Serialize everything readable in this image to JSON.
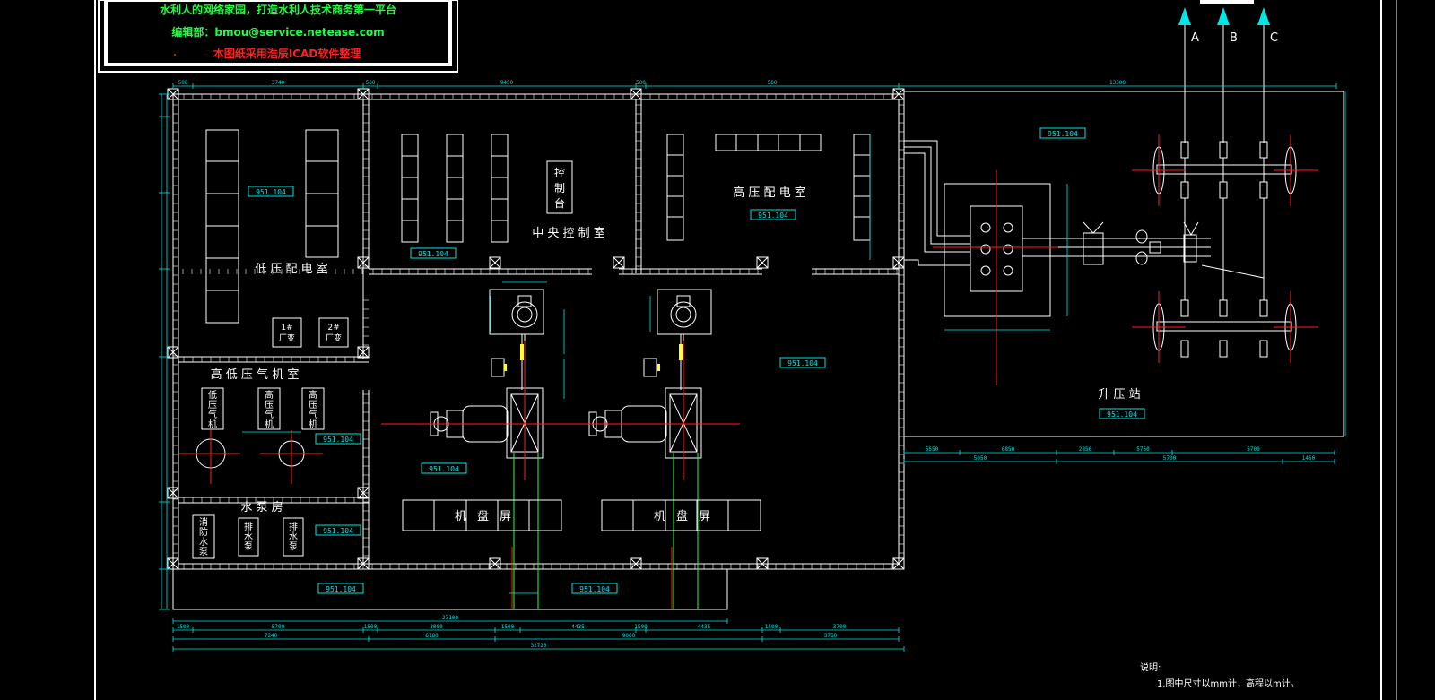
{
  "banner": {
    "line1": "水利人的网络家园，打造水利人技术商务第一平台",
    "line2": "编辑部：bmou@service.netease.com",
    "line3": "本图纸采用浩辰ICAD软件整理"
  },
  "phase_labels": [
    "A",
    "B",
    "C"
  ],
  "room_labels": {
    "low_voltage": "低 压 配 电 室",
    "central_control": "中 央 控 制 室",
    "high_voltage": "高 压 配 电 室",
    "compressor": "高 低 压 气 机 室",
    "pump_room": "水 泵 房",
    "substation": "升 压 站"
  },
  "equipment_labels": {
    "control_desk": [
      "控",
      "制",
      "台"
    ],
    "transformer_1": [
      "1#",
      "厂变"
    ],
    "transformer_2": [
      "2#",
      "厂变"
    ],
    "lp_compressor": [
      "低",
      "压",
      "气",
      "机"
    ],
    "hp_compressor_1": [
      "高",
      "压",
      "气",
      "机"
    ],
    "hp_compressor_2": [
      "高",
      "压",
      "气",
      "机"
    ],
    "fire_pump": [
      "消",
      "防",
      "水",
      "泵"
    ],
    "drain_pump_1": [
      "排",
      "水",
      "泵"
    ],
    "drain_pump_2": [
      "排",
      "水",
      "泵"
    ],
    "unit_panel_1": [
      "机",
      "盘",
      "屏"
    ],
    "unit_panel_2": [
      "机",
      "盘",
      "屏"
    ]
  },
  "elevation_tag": "951.104",
  "dimensions": {
    "top": [
      "500",
      "3740",
      "500",
      "9450",
      "500",
      "500",
      "13300"
    ],
    "bottom_1": [
      "23100"
    ],
    "bottom_2": [
      "1500",
      "5700",
      "1500",
      "3000",
      "1500",
      "4435",
      "1500",
      "4435",
      "1500",
      "3700"
    ],
    "bottom_3": [
      "7240",
      "6180",
      "9060",
      "3760"
    ],
    "bottom_4": [
      "32720"
    ],
    "sub_bottom": [
      "5550",
      "6850",
      "2850",
      "5750",
      "5700"
    ],
    "sub_bottom_2": [
      "5050",
      "5700",
      "1450"
    ]
  },
  "notes": {
    "title": "说明:",
    "line1": "1.图中尺寸以mm计，高程以m计。"
  },
  "colors": {
    "wall": "#ffffff",
    "dimension": "#00e5e5",
    "centerline": "#ff2020",
    "green": "#20ff40",
    "yellow": "#ffff30",
    "banner_text_green": "#20ff40",
    "banner_text_red": "#ff2020"
  }
}
